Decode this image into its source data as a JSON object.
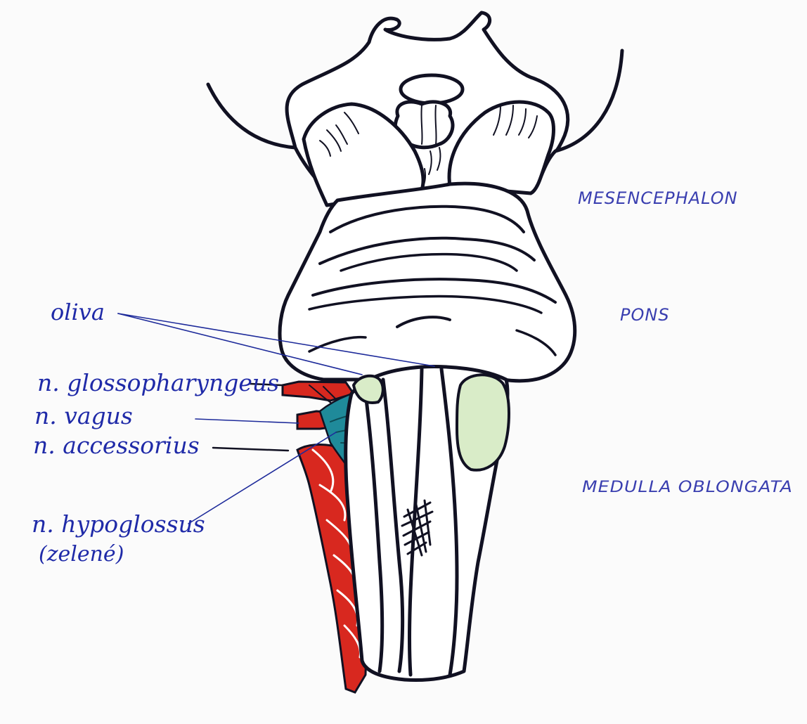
{
  "labels": {
    "oliva": "oliva",
    "glossopharyngeus": "n. glossopharyngeus",
    "vagus": "n. vagus",
    "accessorius": "n. accessorius",
    "hypoglossus": "n. hypoglossus",
    "hypoglossus_note": "(zelené)",
    "mesencephalon": "MESENCEPHALON",
    "pons": "PONS",
    "medulla": "MEDULLA OBLONGATA"
  },
  "colors": {
    "outline": "#111122",
    "label_ink": "#1f2aa8",
    "nerve_red": "#d8281f",
    "nerve_teal": "#1f8a9a",
    "olive_green": "#d9ecc8"
  }
}
